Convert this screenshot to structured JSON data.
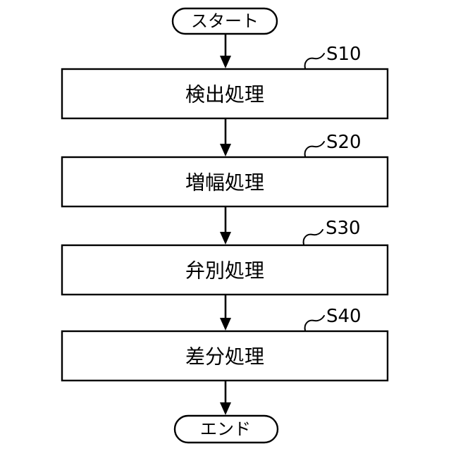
{
  "diagram": {
    "type": "flowchart",
    "colors": {
      "line": "#000000",
      "background": "#ffffff"
    },
    "start": {
      "label": "スタート"
    },
    "steps": [
      {
        "label": "検出処理",
        "step_id": "S10"
      },
      {
        "label": "増幅処理",
        "step_id": "S20"
      },
      {
        "label": "弁別処理",
        "step_id": "S30"
      },
      {
        "label": "差分処理",
        "step_id": "S40"
      }
    ],
    "end": {
      "label": "エンド"
    }
  }
}
